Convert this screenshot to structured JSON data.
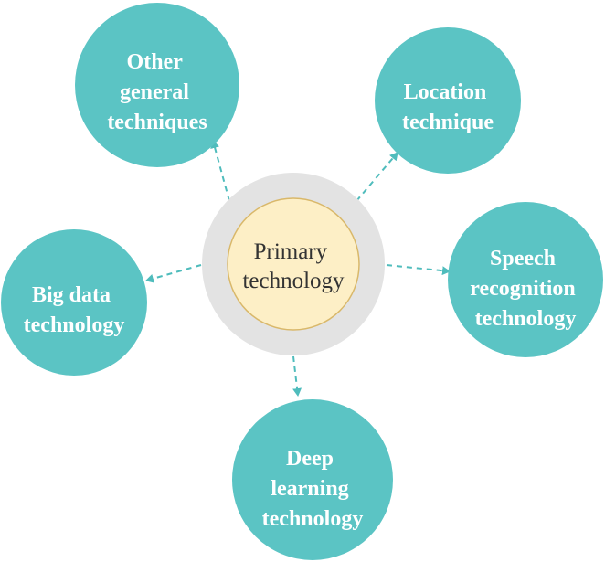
{
  "colors": {
    "node_fill": "#5bc4c4",
    "center_ring": "#e3e3e3",
    "center_fill": "#fdefc6",
    "center_stroke": "#d9b86a",
    "arrow": "#4fbcbc",
    "outer_text": "#ffffff",
    "center_text": "#333333"
  },
  "center": {
    "lines": [
      "Primary",
      "technology"
    ]
  },
  "nodes": [
    {
      "id": "other-general-techniques",
      "lines": [
        "Other",
        "general",
        "techniques"
      ]
    },
    {
      "id": "location-technique",
      "lines": [
        "Location",
        "technique"
      ]
    },
    {
      "id": "speech-recognition-technology",
      "lines": [
        "Speech",
        "recognition",
        "technology"
      ]
    },
    {
      "id": "deep-learning-technology",
      "lines": [
        "Deep",
        "learning",
        "technology"
      ]
    },
    {
      "id": "big-data-technology",
      "lines": [
        "Big data",
        "technology"
      ]
    }
  ]
}
